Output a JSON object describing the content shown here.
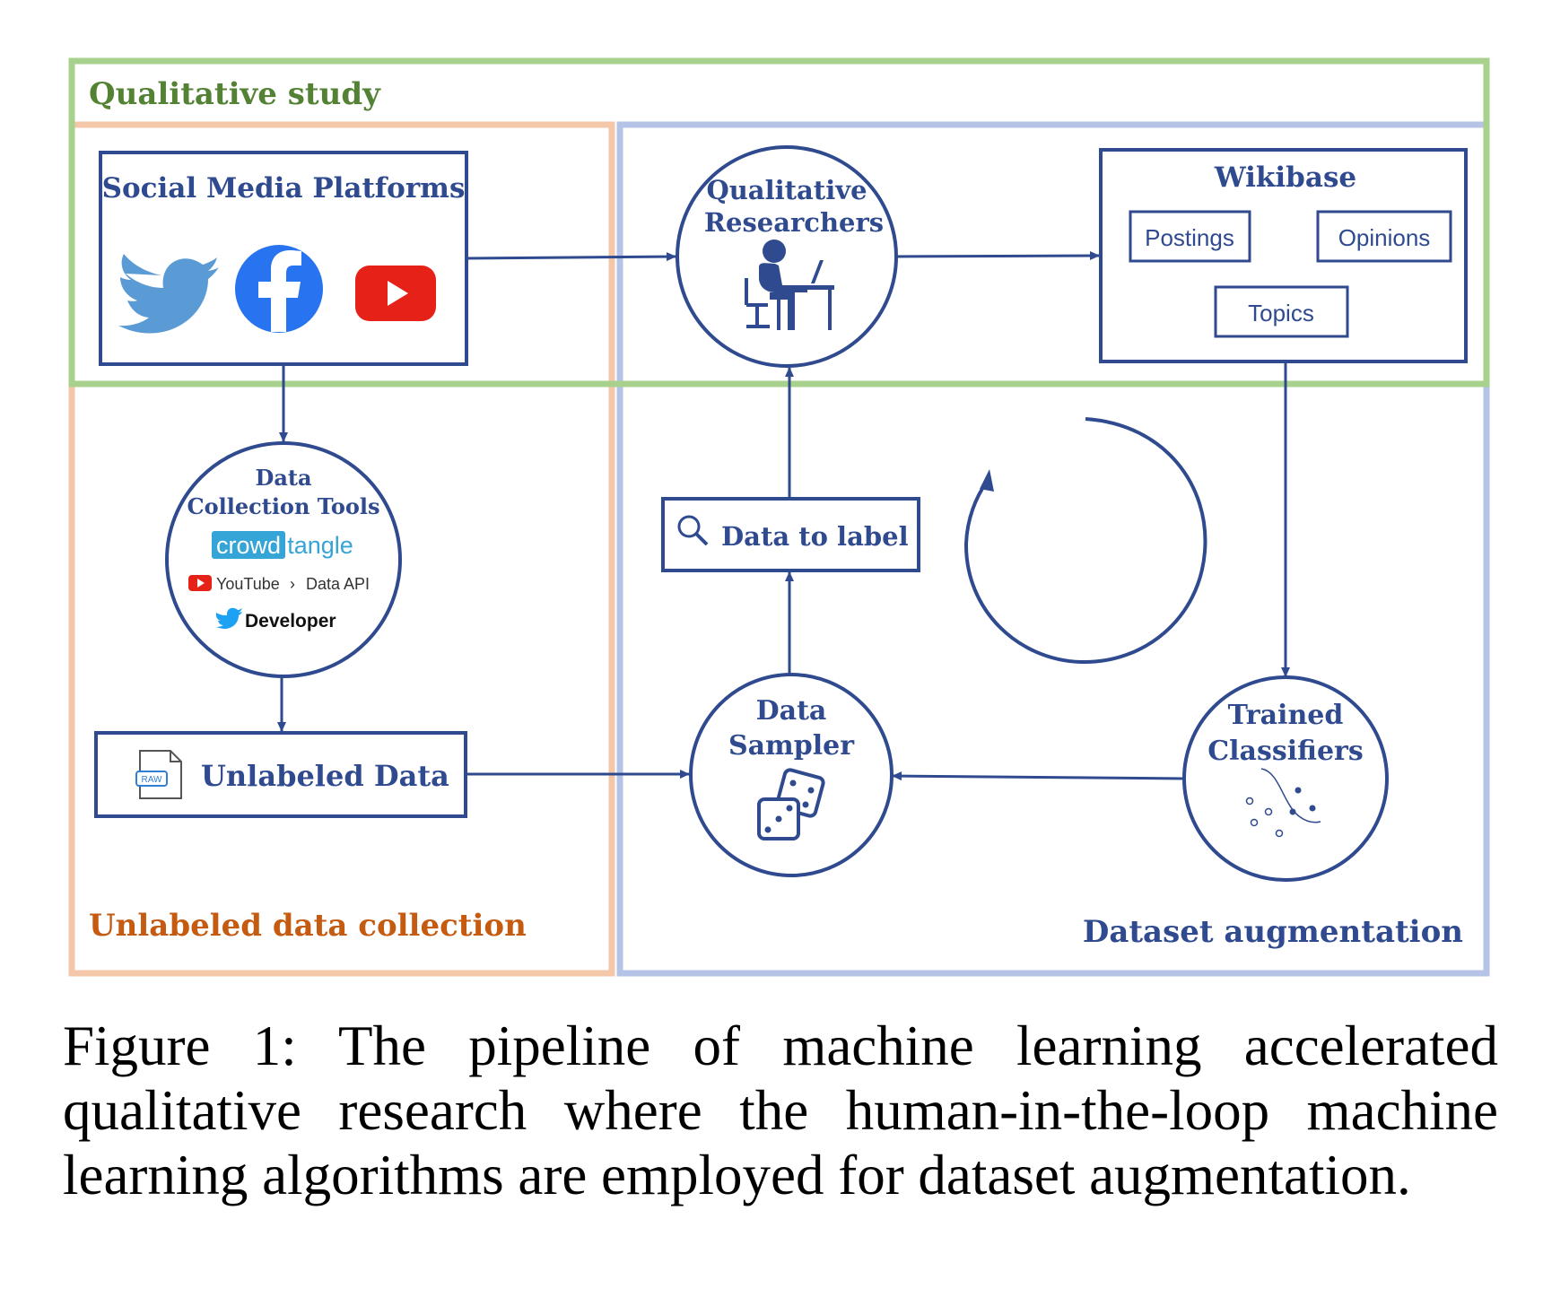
{
  "regions": {
    "qualitative": "Qualitative study",
    "unlabeled": "Unlabeled data collection",
    "augmentation": "Dataset augmentation"
  },
  "nodes": {
    "social_media": "Social Media Platforms",
    "researchers": [
      "Qualitative",
      "Researchers"
    ],
    "wikibase": {
      "title": "Wikibase",
      "items": [
        "Postings",
        "Opinions",
        "Topics"
      ]
    },
    "collection_tools": {
      "title": [
        "Data",
        "Collection Tools"
      ],
      "crowdtangle_a": "crowd",
      "crowdtangle_b": "tangle",
      "youtube": "YouTube",
      "chevron": "›",
      "data_api": "Data API",
      "developer": "Developer"
    },
    "unlabeled_data": "Unlabeled Data",
    "raw_tag": "RAW",
    "data_to_label": "Data to label",
    "sampler": [
      "Data",
      "Sampler"
    ],
    "classifiers": [
      "Trained",
      "Classifiers"
    ]
  },
  "colors": {
    "green": "#a9d18e",
    "orange": "#f4c7a8",
    "blue_region": "#b4c3e6",
    "navy": "#2f4a8f",
    "green_text": "#548235",
    "orange_text": "#c55a11"
  },
  "icons": [
    "twitter-icon",
    "facebook-icon",
    "youtube-icon",
    "researcher-icon",
    "search-icon",
    "raw-file-icon",
    "dice-icon",
    "classifier-plot-icon",
    "cycle-arrow-icon"
  ],
  "caption": "Figure 1: The pipeline of machine learning accelerated qualitative research where the human-in-the-loop machine learning algorithms are employed for dataset augmentation."
}
